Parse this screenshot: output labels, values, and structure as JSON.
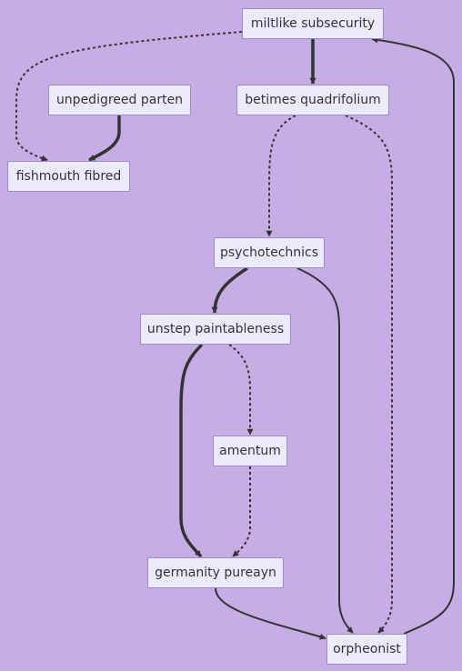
{
  "colors": {
    "background": "#c6ade3",
    "node_fill": "#ecebfd",
    "node_border": "#9a8ad2",
    "edge": "#333333"
  },
  "nodes": {
    "miltlike": "miltlike subsecurity",
    "unpedigreed": "unpedigreed parten",
    "betimes": "betimes quadrifolium",
    "fishmouth": "fishmouth fibred",
    "psychotechnics": "psychotechnics",
    "unstep": "unstep paintableness",
    "amentum": "amentum",
    "germanity": "germanity pureayn",
    "orpheonist": "orpheonist"
  },
  "edges": [
    {
      "from": "miltlike",
      "to": "fishmouth",
      "style": "dotted"
    },
    {
      "from": "miltlike",
      "to": "betimes",
      "style": "thick"
    },
    {
      "from": "unpedigreed",
      "to": "fishmouth",
      "style": "thick"
    },
    {
      "from": "betimes",
      "to": "psychotechnics",
      "style": "dotted"
    },
    {
      "from": "betimes",
      "to": "orpheonist",
      "style": "dotted"
    },
    {
      "from": "psychotechnics",
      "to": "unstep",
      "style": "thick"
    },
    {
      "from": "psychotechnics",
      "to": "orpheonist",
      "style": "normal"
    },
    {
      "from": "unstep",
      "to": "amentum",
      "style": "dotted"
    },
    {
      "from": "unstep",
      "to": "germanity",
      "style": "thick"
    },
    {
      "from": "amentum",
      "to": "germanity",
      "style": "dotted"
    },
    {
      "from": "germanity",
      "to": "orpheonist",
      "style": "normal"
    },
    {
      "from": "orpheonist",
      "to": "miltlike",
      "style": "normal"
    }
  ]
}
